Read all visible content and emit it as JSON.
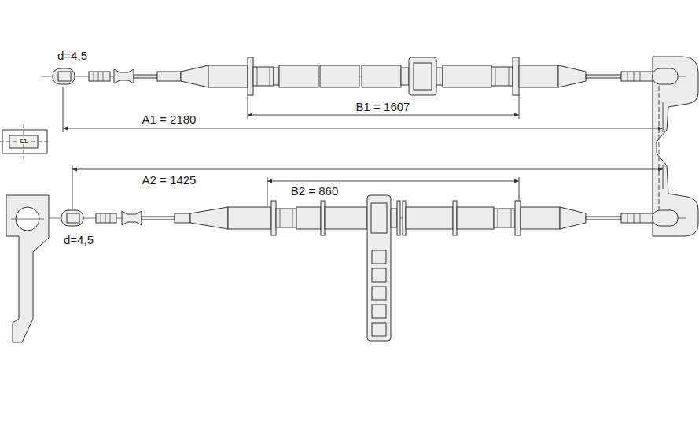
{
  "diagram": {
    "labels": [
      "d=4,5",
      "B1 = 1607",
      "A1 = 2180",
      "d",
      "A2 = 1425",
      "B2 = 860",
      "d=4,5"
    ]
  }
}
